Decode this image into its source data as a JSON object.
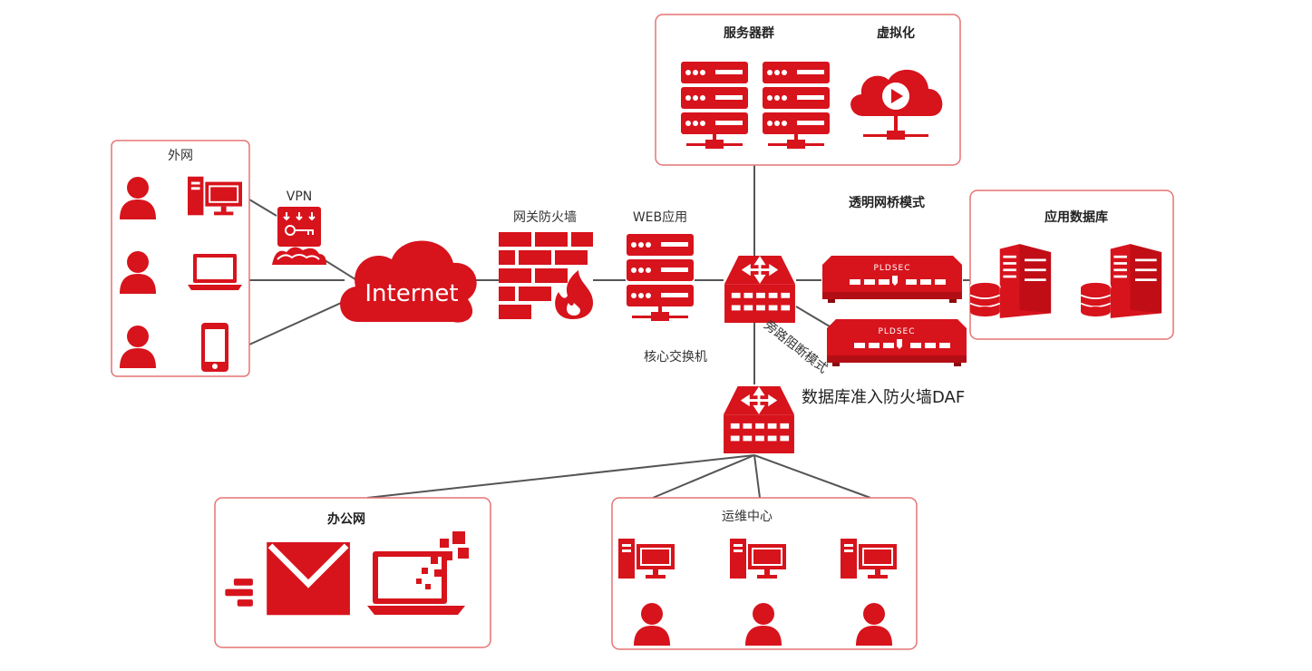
{
  "colors": {
    "accent": "#d7131c",
    "line": "#555555",
    "box": "#e57373"
  },
  "groups": {
    "external": "外网",
    "server_farm": "服务器群",
    "virtualization": "虚拟化",
    "app_database": "应用数据库",
    "office": "办公网",
    "ops_center": "运维中心"
  },
  "nodes": {
    "vpn": "VPN",
    "internet": "Internet",
    "gateway_firewall": "网关防火墙",
    "web_app": "WEB应用",
    "core_switch": "核心交换机",
    "transparent_bridge": "透明网桥模式",
    "bypass_block": "旁路阻断模式",
    "db_firewall": "数据库准入防火墙DAF"
  },
  "device_brand": "PLDSEC",
  "icons": {
    "user": "user-icon",
    "desktop": "desktop-computer-icon",
    "laptop": "laptop-icon",
    "phone": "smartphone-icon",
    "vpn": "vpn-key-icon",
    "cloud": "cloud-icon",
    "firewall": "firewall-brick-icon",
    "server": "server-rack-icon",
    "switch": "network-switch-icon",
    "video_cloud": "cloud-video-icon",
    "database": "database-server-icon",
    "mail": "mail-icon",
    "appliance": "security-appliance-icon"
  }
}
